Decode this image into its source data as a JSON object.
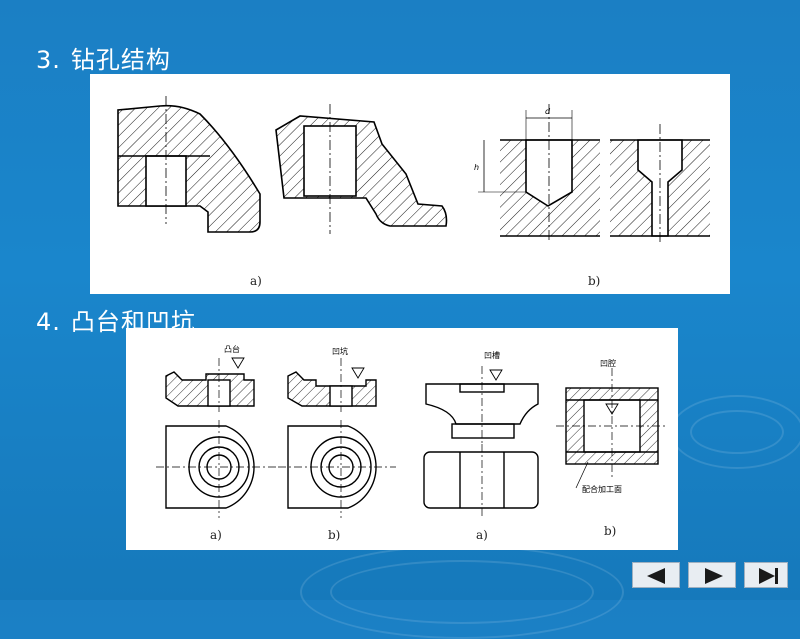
{
  "slide": {
    "section3": {
      "number": "3.",
      "title": "钻孔结构"
    },
    "section4": {
      "number": "4.",
      "title": "凸台和凹坑"
    },
    "figure1": {
      "caption_a": "a)",
      "caption_b": "b)",
      "dim_d": "d",
      "dim_h": "h"
    },
    "figure2": {
      "caption_1": "a)",
      "caption_2": "b)",
      "caption_3": "a)",
      "caption_4": "b)",
      "label_boss": "凸台",
      "label_pit": "凹坑",
      "label_groove": "凹槽",
      "label_cavity": "凹腔",
      "label_mating": "配合加工面"
    }
  },
  "nav": {
    "prev": "previous-slide",
    "next": "next-slide",
    "last": "last-slide"
  },
  "colors": {
    "background": "#1b7fc4",
    "heading": "#ffffff",
    "panel": "#ffffff"
  }
}
